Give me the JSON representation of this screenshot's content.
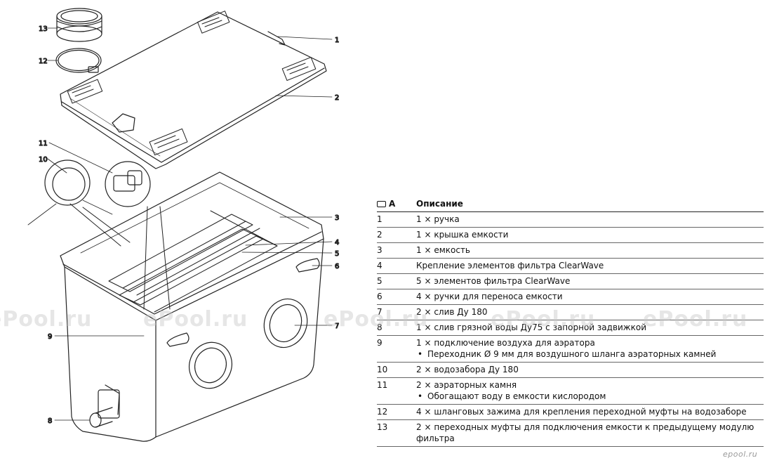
{
  "table": {
    "col_num_header": "A",
    "col_desc_header": "Описание",
    "rows": [
      {
        "num": "1",
        "desc": "1 × ручка",
        "subs": []
      },
      {
        "num": "2",
        "desc": "1 × крышка емкости",
        "subs": []
      },
      {
        "num": "3",
        "desc": "1 × емкость",
        "subs": []
      },
      {
        "num": "4",
        "desc": "Крепление элементов фильтра ClearWave",
        "subs": []
      },
      {
        "num": "5",
        "desc": "5 × элементов фильтра ClearWave",
        "subs": []
      },
      {
        "num": "6",
        "desc": "4 × ручки для переноса емкости",
        "subs": []
      },
      {
        "num": "7",
        "desc": "2 × слив Ду 180",
        "subs": []
      },
      {
        "num": "8",
        "desc": "1 × слив грязной воды Ду75 с запорной задвижкой",
        "subs": []
      },
      {
        "num": "9",
        "desc": "1 × подключение воздуха для аэратора",
        "subs": [
          "Переходник Ø 9 мм для воздушного шланга аэраторных камней"
        ]
      },
      {
        "num": "10",
        "desc": "2 × водозабора Ду 180",
        "subs": []
      },
      {
        "num": "11",
        "desc": "2 × аэраторных камня",
        "subs": [
          "Обогащают воду в емкости кислородом"
        ]
      },
      {
        "num": "12",
        "desc": "4 × шланговых зажима для крепления переходной муфты на водозаборе",
        "subs": []
      },
      {
        "num": "13",
        "desc": "2 × переходных муфты для подключения емкости к предыдущему модулю фильтра",
        "subs": []
      }
    ]
  },
  "callouts": {
    "c1": "1",
    "c2": "2",
    "c3": "3",
    "c4": "4",
    "c5": "5",
    "c6": "6",
    "c7": "7",
    "c8": "8",
    "c9": "9",
    "c10": "10",
    "c11": "11",
    "c12": "12",
    "c13": "13"
  },
  "watermark": "ePool.ru",
  "logo": "epool.ru"
}
